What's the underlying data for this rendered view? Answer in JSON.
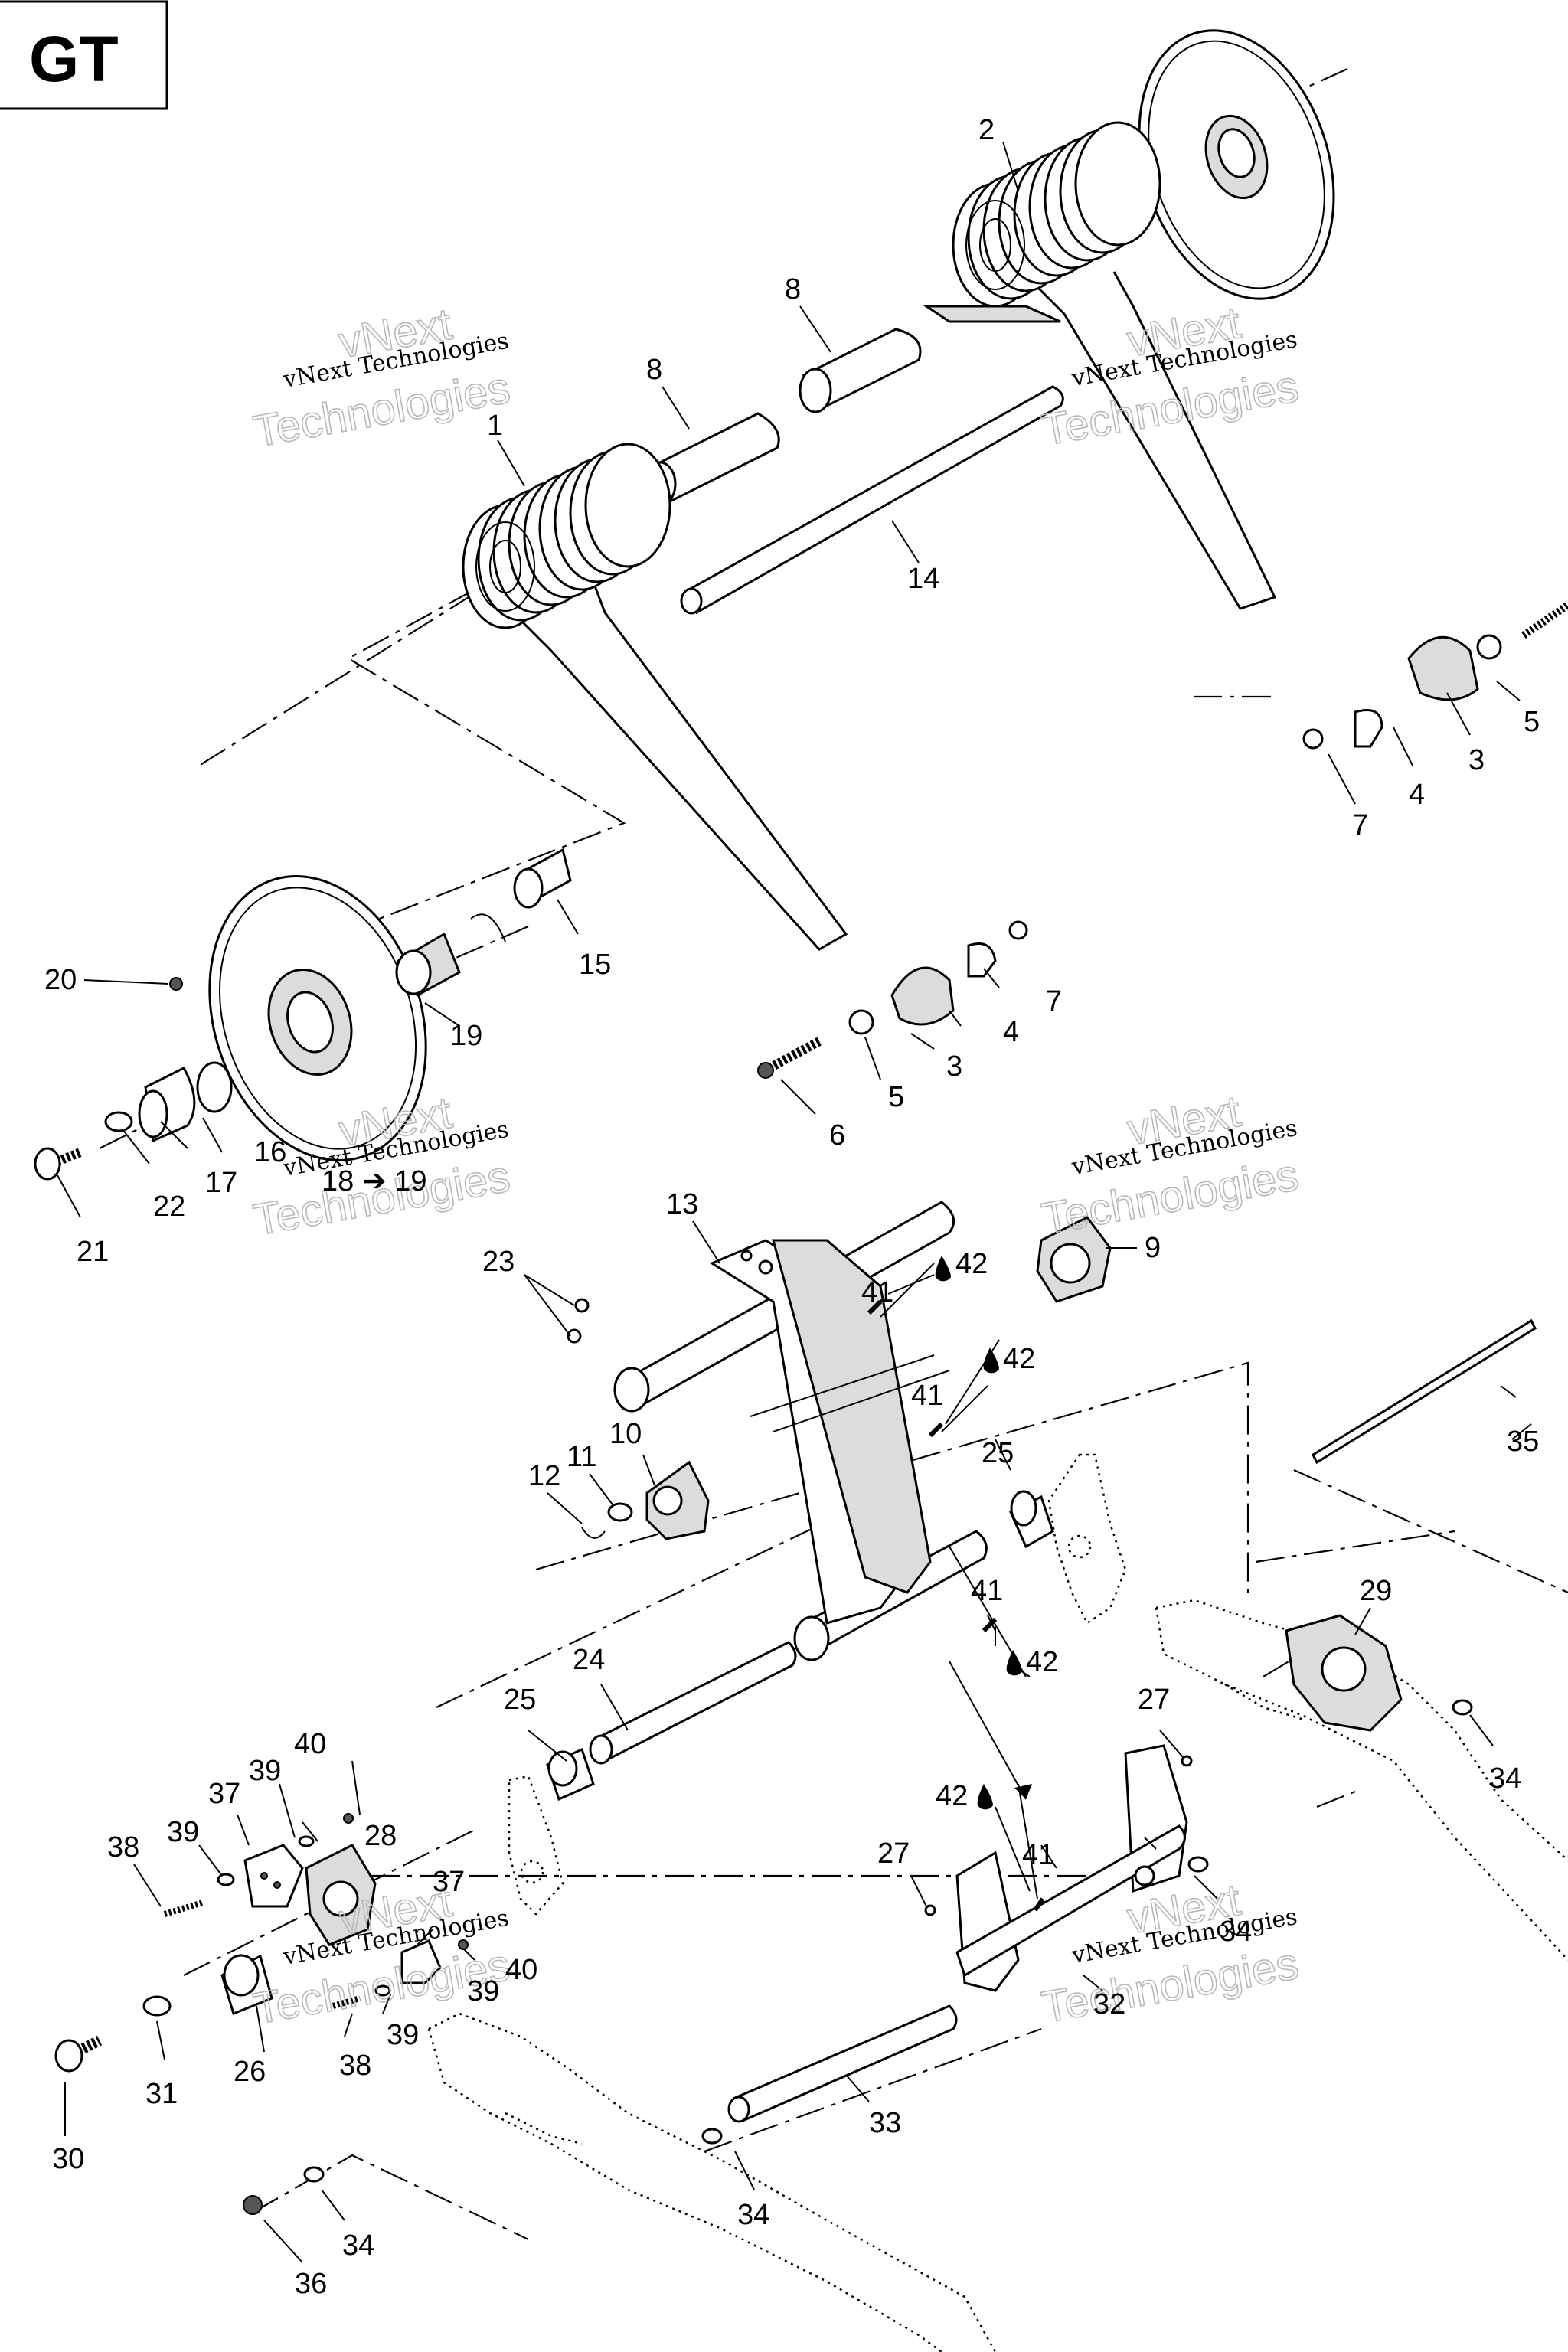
{
  "model_tag": "GT",
  "watermark": {
    "line1": "vNext Technologies",
    "line2": "Technologies",
    "prefix": "vNext"
  },
  "callouts": [
    {
      "id": "c1",
      "label": "1"
    },
    {
      "id": "c2",
      "label": "2"
    },
    {
      "id": "c3a",
      "label": "3"
    },
    {
      "id": "c3b",
      "label": "3"
    },
    {
      "id": "c4a",
      "label": "4"
    },
    {
      "id": "c4b",
      "label": "4"
    },
    {
      "id": "c5a",
      "label": "5"
    },
    {
      "id": "c5b",
      "label": "5"
    },
    {
      "id": "c6",
      "label": "6"
    },
    {
      "id": "c7a",
      "label": "7"
    },
    {
      "id": "c7b",
      "label": "7"
    },
    {
      "id": "c8a",
      "label": "8"
    },
    {
      "id": "c8b",
      "label": "8"
    },
    {
      "id": "c9",
      "label": "9"
    },
    {
      "id": "c10",
      "label": "10"
    },
    {
      "id": "c11",
      "label": "11"
    },
    {
      "id": "c12",
      "label": "12"
    },
    {
      "id": "c13",
      "label": "13"
    },
    {
      "id": "c14",
      "label": "14"
    },
    {
      "id": "c15",
      "label": "15"
    },
    {
      "id": "c16",
      "label": "16"
    },
    {
      "id": "c17",
      "label": "17"
    },
    {
      "id": "c18",
      "label": "18 ➔ 19"
    },
    {
      "id": "c19",
      "label": "19"
    },
    {
      "id": "c20",
      "label": "20"
    },
    {
      "id": "c21",
      "label": "21"
    },
    {
      "id": "c22",
      "label": "22"
    },
    {
      "id": "c23",
      "label": "23"
    },
    {
      "id": "c24",
      "label": "24"
    },
    {
      "id": "c25a",
      "label": "25"
    },
    {
      "id": "c25b",
      "label": "25"
    },
    {
      "id": "c26",
      "label": "26"
    },
    {
      "id": "c27a",
      "label": "27"
    },
    {
      "id": "c27b",
      "label": "27"
    },
    {
      "id": "c28",
      "label": "28"
    },
    {
      "id": "c29",
      "label": "29"
    },
    {
      "id": "c30",
      "label": "30"
    },
    {
      "id": "c31",
      "label": "31"
    },
    {
      "id": "c32",
      "label": "32"
    },
    {
      "id": "c33",
      "label": "33"
    },
    {
      "id": "c34a",
      "label": "34"
    },
    {
      "id": "c34b",
      "label": "34"
    },
    {
      "id": "c34c",
      "label": "34"
    },
    {
      "id": "c34d",
      "label": "34"
    },
    {
      "id": "c35",
      "label": "35"
    },
    {
      "id": "c36",
      "label": "36"
    },
    {
      "id": "c37a",
      "label": "37"
    },
    {
      "id": "c37b",
      "label": "37"
    },
    {
      "id": "c38a",
      "label": "38"
    },
    {
      "id": "c38b",
      "label": "38"
    },
    {
      "id": "c39a",
      "label": "39"
    },
    {
      "id": "c39b",
      "label": "39"
    },
    {
      "id": "c39c",
      "label": "39"
    },
    {
      "id": "c39d",
      "label": "39"
    },
    {
      "id": "c40a",
      "label": "40"
    },
    {
      "id": "c40b",
      "label": "40"
    },
    {
      "id": "c41a",
      "label": "41"
    },
    {
      "id": "c41b",
      "label": "41"
    },
    {
      "id": "c41c",
      "label": "41"
    },
    {
      "id": "c41d",
      "label": "41"
    },
    {
      "id": "c42a",
      "label": "42"
    },
    {
      "id": "c42b",
      "label": "42"
    },
    {
      "id": "c42c",
      "label": "42"
    },
    {
      "id": "c42d",
      "label": "42"
    }
  ]
}
